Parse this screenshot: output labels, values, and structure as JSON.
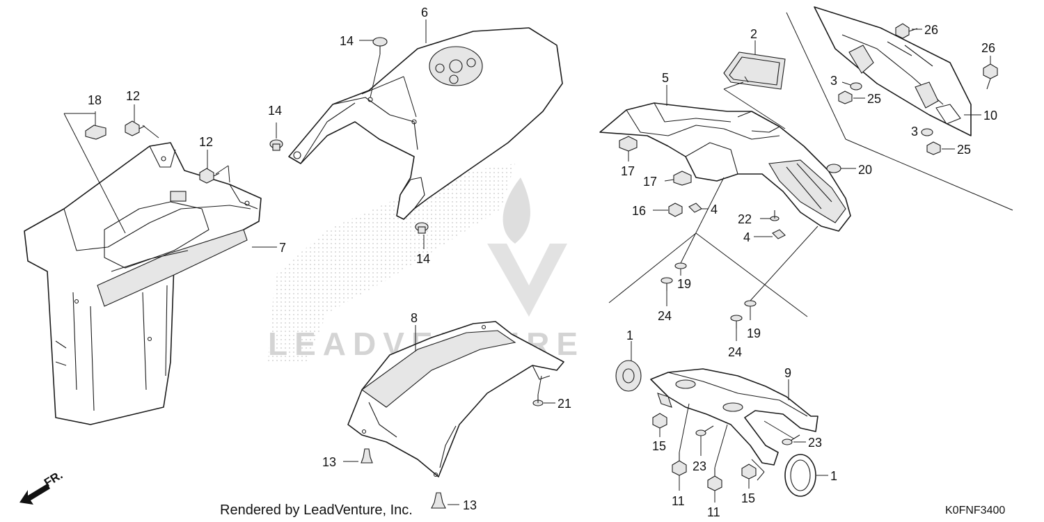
{
  "footer": {
    "rendered_by": "Rendered by LeadVenture, Inc.",
    "diagram_code": "K0FNF3400"
  },
  "direction_marker": "FR.",
  "watermark": "LEADVENTURE",
  "callouts": {
    "c1a": "1",
    "c1b": "1",
    "c2": "2",
    "c3a": "3",
    "c3b": "3",
    "c4a": "4",
    "c4b": "4",
    "c5": "5",
    "c6": "6",
    "c7": "7",
    "c8": "8",
    "c9": "9",
    "c10": "10",
    "c11a": "11",
    "c11b": "11",
    "c12a": "12",
    "c12b": "12",
    "c13a": "13",
    "c13b": "13",
    "c14a": "14",
    "c14b": "14",
    "c14c": "14",
    "c15a": "15",
    "c15b": "15",
    "c16": "16",
    "c17a": "17",
    "c17b": "17",
    "c18": "18",
    "c19a": "19",
    "c19b": "19",
    "c20": "20",
    "c21": "21",
    "c22": "22",
    "c23a": "23",
    "c23b": "23",
    "c24a": "24",
    "c24b": "24",
    "c25a": "25",
    "c25b": "25",
    "c26a": "26",
    "c26b": "26"
  }
}
